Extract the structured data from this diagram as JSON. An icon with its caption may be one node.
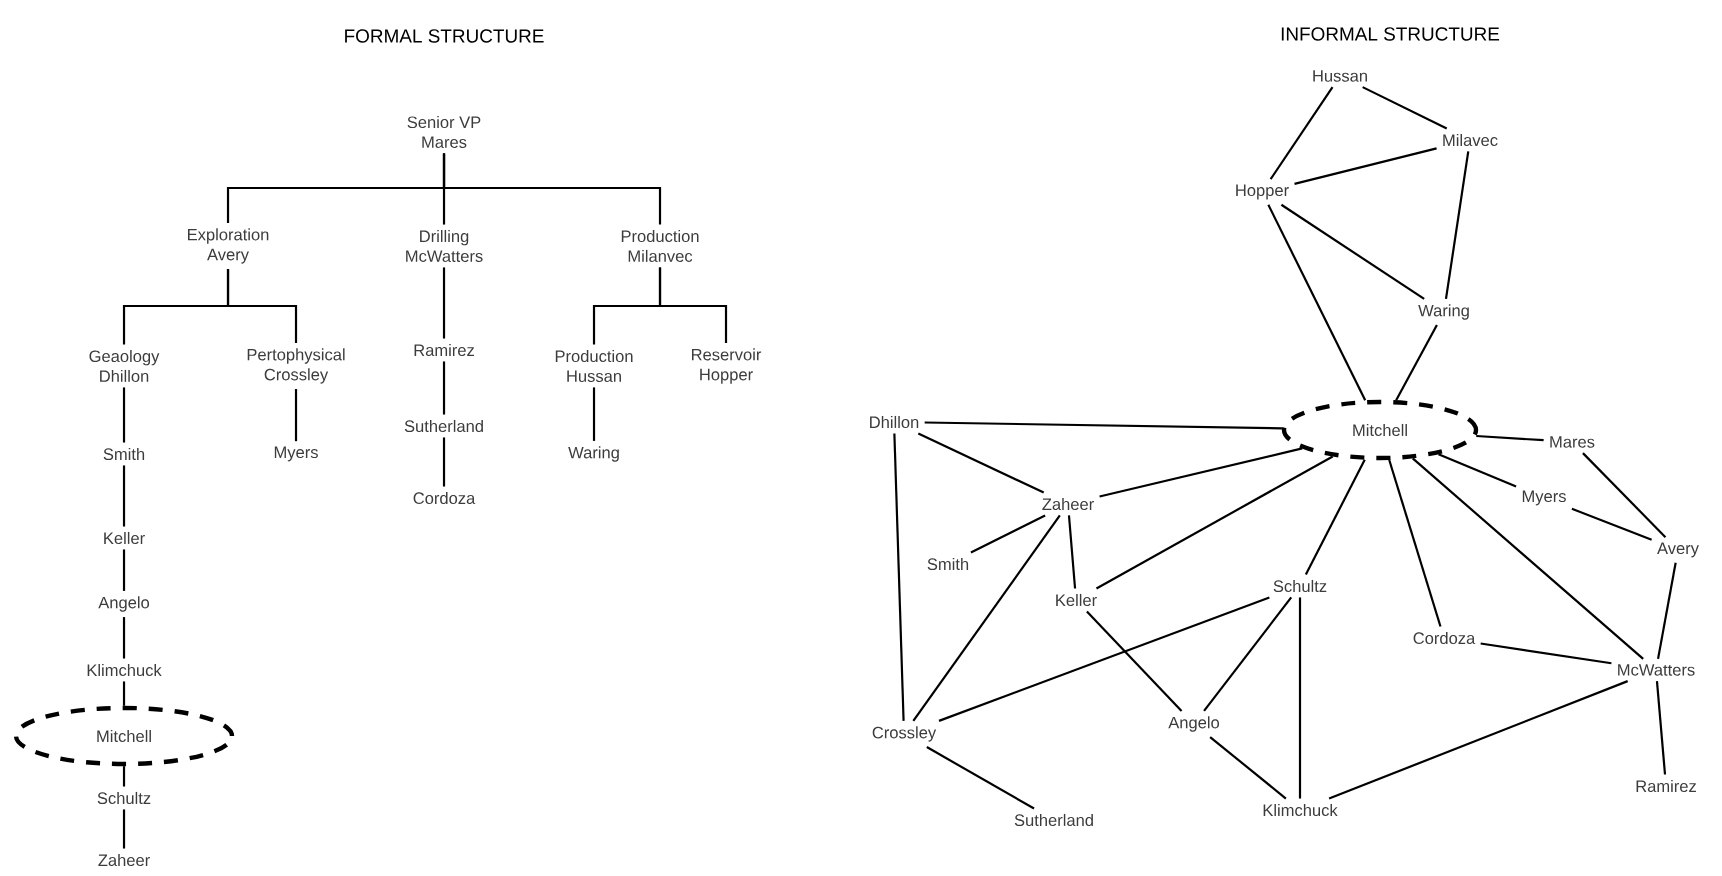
{
  "diagram": {
    "nodes": [
      {
        "text": [
          "Senior VP",
          "Mares"
        ]
      },
      {
        "text": [
          "Exploration",
          "Avery"
        ]
      },
      {
        "text": [
          "Drilling",
          "McWatters"
        ]
      },
      {
        "text": [
          "Production",
          "Milanvec"
        ]
      },
      {
        "text": [
          "Geaology",
          "Dhillon"
        ]
      },
      {
        "text": [
          "Pertophysical",
          "Crossley"
        ]
      },
      {
        "text": [
          "Ramirez"
        ]
      },
      {
        "text": [
          "Production",
          "Hussan"
        ]
      },
      {
        "text": [
          "Reservoir",
          "Hopper"
        ]
      },
      {
        "text": [
          "Smith"
        ]
      },
      {
        "text": [
          "Myers"
        ]
      },
      {
        "text": [
          "Sutherland"
        ]
      },
      {
        "text": [
          "Waring"
        ]
      },
      {
        "text": [
          "Keller"
        ]
      },
      {
        "text": [
          "Angelo"
        ]
      },
      {
        "text": [
          "Cordoza"
        ]
      },
      {
        "text": [
          "Klimchuck"
        ]
      },
      {
        "text": [
          "Mitchell"
        ]
      },
      {
        "text": [
          "Schultz"
        ]
      },
      {
        "text": [
          "Zaheer"
        ]
      },
      {
        "text": [
          "Hussan"
        ]
      },
      {
        "text": [
          "Milavec"
        ]
      },
      {
        "text": [
          "Hopper"
        ]
      },
      {
        "text": [
          "Waring"
        ]
      },
      {
        "text": [
          "Mitchell"
        ]
      },
      {
        "text": [
          "Dhillon"
        ]
      },
      {
        "text": [
          "Mares"
        ]
      },
      {
        "text": [
          "Zaheer"
        ]
      },
      {
        "text": [
          "Myers"
        ]
      },
      {
        "text": [
          "Smith"
        ]
      },
      {
        "text": [
          "Keller"
        ]
      },
      {
        "text": [
          "Schultz"
        ]
      },
      {
        "text": [
          "Avery"
        ]
      },
      {
        "text": [
          "Cordoza"
        ]
      },
      {
        "text": [
          "McWatters"
        ]
      },
      {
        "text": [
          "Crossley"
        ]
      },
      {
        "text": [
          "Angelo"
        ]
      },
      {
        "text": [
          "Ramirez"
        ]
      },
      {
        "text": [
          "Sutherland"
        ]
      },
      {
        "text": [
          "Klimchuck"
        ]
      }
    ],
    "edges": [
      {
        "from": 0,
        "to": 1,
        "arrow": "none"
      },
      {
        "from": 0,
        "to": 2,
        "arrow": "none"
      },
      {
        "from": 0,
        "to": 3,
        "arrow": "none"
      },
      {
        "from": 1,
        "to": 4,
        "arrow": "none"
      },
      {
        "from": 1,
        "to": 5,
        "arrow": "none"
      },
      {
        "from": 2,
        "to": 6,
        "arrow": "none"
      },
      {
        "from": 3,
        "to": 7,
        "arrow": "none"
      },
      {
        "from": 3,
        "to": 8,
        "arrow": "none"
      },
      {
        "from": 4,
        "to": 9,
        "arrow": "none"
      },
      {
        "from": 5,
        "to": 10,
        "arrow": "none"
      },
      {
        "from": 6,
        "to": 11,
        "arrow": "none"
      },
      {
        "from": 7,
        "to": 12,
        "arrow": "none"
      },
      {
        "from": 9,
        "to": 13,
        "arrow": "none"
      },
      {
        "from": 11,
        "to": 15,
        "arrow": "none"
      },
      {
        "from": 13,
        "to": 14,
        "arrow": "none"
      },
      {
        "from": 14,
        "to": 16,
        "arrow": "none"
      },
      {
        "from": 16,
        "to": 17,
        "arrow": "none"
      },
      {
        "from": 17,
        "to": 18,
        "arrow": "none"
      },
      {
        "from": 18,
        "to": 19,
        "arrow": "none"
      },
      {
        "from": 20,
        "to": 22,
        "arrow": "none"
      },
      {
        "from": 20,
        "to": 21,
        "arrow": "none"
      },
      {
        "from": 21,
        "to": 22,
        "arrow": "none"
      },
      {
        "from": 21,
        "to": 23,
        "arrow": "none"
      },
      {
        "from": 22,
        "to": 23,
        "arrow": "none"
      },
      {
        "from": 22,
        "to": 24,
        "arrow": "none"
      },
      {
        "from": 23,
        "to": 24,
        "arrow": "none"
      },
      {
        "from": 25,
        "to": 24,
        "arrow": "none"
      },
      {
        "from": 24,
        "to": 26,
        "arrow": "none"
      },
      {
        "from": 25,
        "to": 27,
        "arrow": "none"
      },
      {
        "from": 25,
        "to": 35,
        "arrow": "none"
      },
      {
        "from": 27,
        "to": 24,
        "arrow": "none"
      },
      {
        "from": 28,
        "to": 24,
        "arrow": "none"
      },
      {
        "from": 30,
        "to": 24,
        "arrow": "none"
      },
      {
        "from": 31,
        "to": 24,
        "arrow": "none"
      },
      {
        "from": 33,
        "to": 24,
        "arrow": "none"
      },
      {
        "from": 34,
        "to": 24,
        "arrow": "none"
      },
      {
        "from": 26,
        "to": 32,
        "arrow": "none"
      },
      {
        "from": 28,
        "to": 32,
        "arrow": "none"
      },
      {
        "from": 32,
        "to": 34,
        "arrow": "none"
      },
      {
        "from": 33,
        "to": 34,
        "arrow": "none"
      },
      {
        "from": 34,
        "to": 37,
        "arrow": "none"
      },
      {
        "from": 34,
        "to": 39,
        "arrow": "none"
      },
      {
        "from": 27,
        "to": 29,
        "arrow": "none"
      },
      {
        "from": 27,
        "to": 30,
        "arrow": "none"
      },
      {
        "from": 27,
        "to": 35,
        "arrow": "none"
      },
      {
        "from": 31,
        "to": 35,
        "arrow": "none"
      },
      {
        "from": 31,
        "to": 36,
        "arrow": "none"
      },
      {
        "from": 31,
        "to": 39,
        "arrow": "none"
      },
      {
        "from": 30,
        "to": 36,
        "arrow": "none"
      },
      {
        "from": 36,
        "to": 39,
        "arrow": "none"
      },
      {
        "from": 35,
        "to": 38,
        "arrow": "none"
      }
    ],
    "labels": [
      "FORMAL STRUCTURE",
      "INFORMAL STRUCTURE"
    ]
  }
}
